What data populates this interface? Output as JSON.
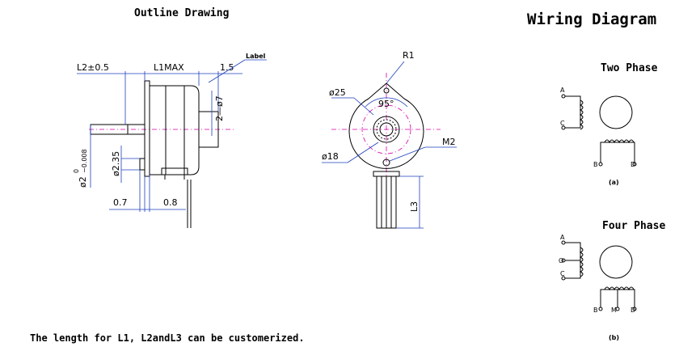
{
  "titles": {
    "outline": "Outline Drawing",
    "wiring": "Wiring Diagram",
    "two_phase": "Two Phase",
    "four_phase": "Four Phase"
  },
  "side_view": {
    "l2": "L2±0.5",
    "l1": "L1MAX",
    "dim_1_5": "1.5",
    "label_callout": "Label",
    "hole": "2—ø7",
    "shaft_dia": "ø2",
    "shaft_tol_upper": "0",
    "shaft_tol_lower": "−0.008",
    "boss_dia": "ø2.35",
    "dim_0_7": "0.7",
    "dim_0_8": "0.8"
  },
  "front_view": {
    "r1": "R1",
    "d25": "ø25",
    "angle": "95°",
    "m2": "M2",
    "d18": "ø18",
    "l3": "L3"
  },
  "wiring": {
    "two_phase": {
      "pins_left": [
        "A",
        "C"
      ],
      "pins_bottom": [
        "B",
        "D"
      ],
      "caption": "(a)"
    },
    "four_phase": {
      "pins_left": [
        "A",
        "O",
        "C"
      ],
      "pins_bottom": [
        "B",
        "M",
        "D"
      ],
      "caption": "(b)"
    }
  },
  "footnote": "The length for L1, L2andL3 can be customerized."
}
